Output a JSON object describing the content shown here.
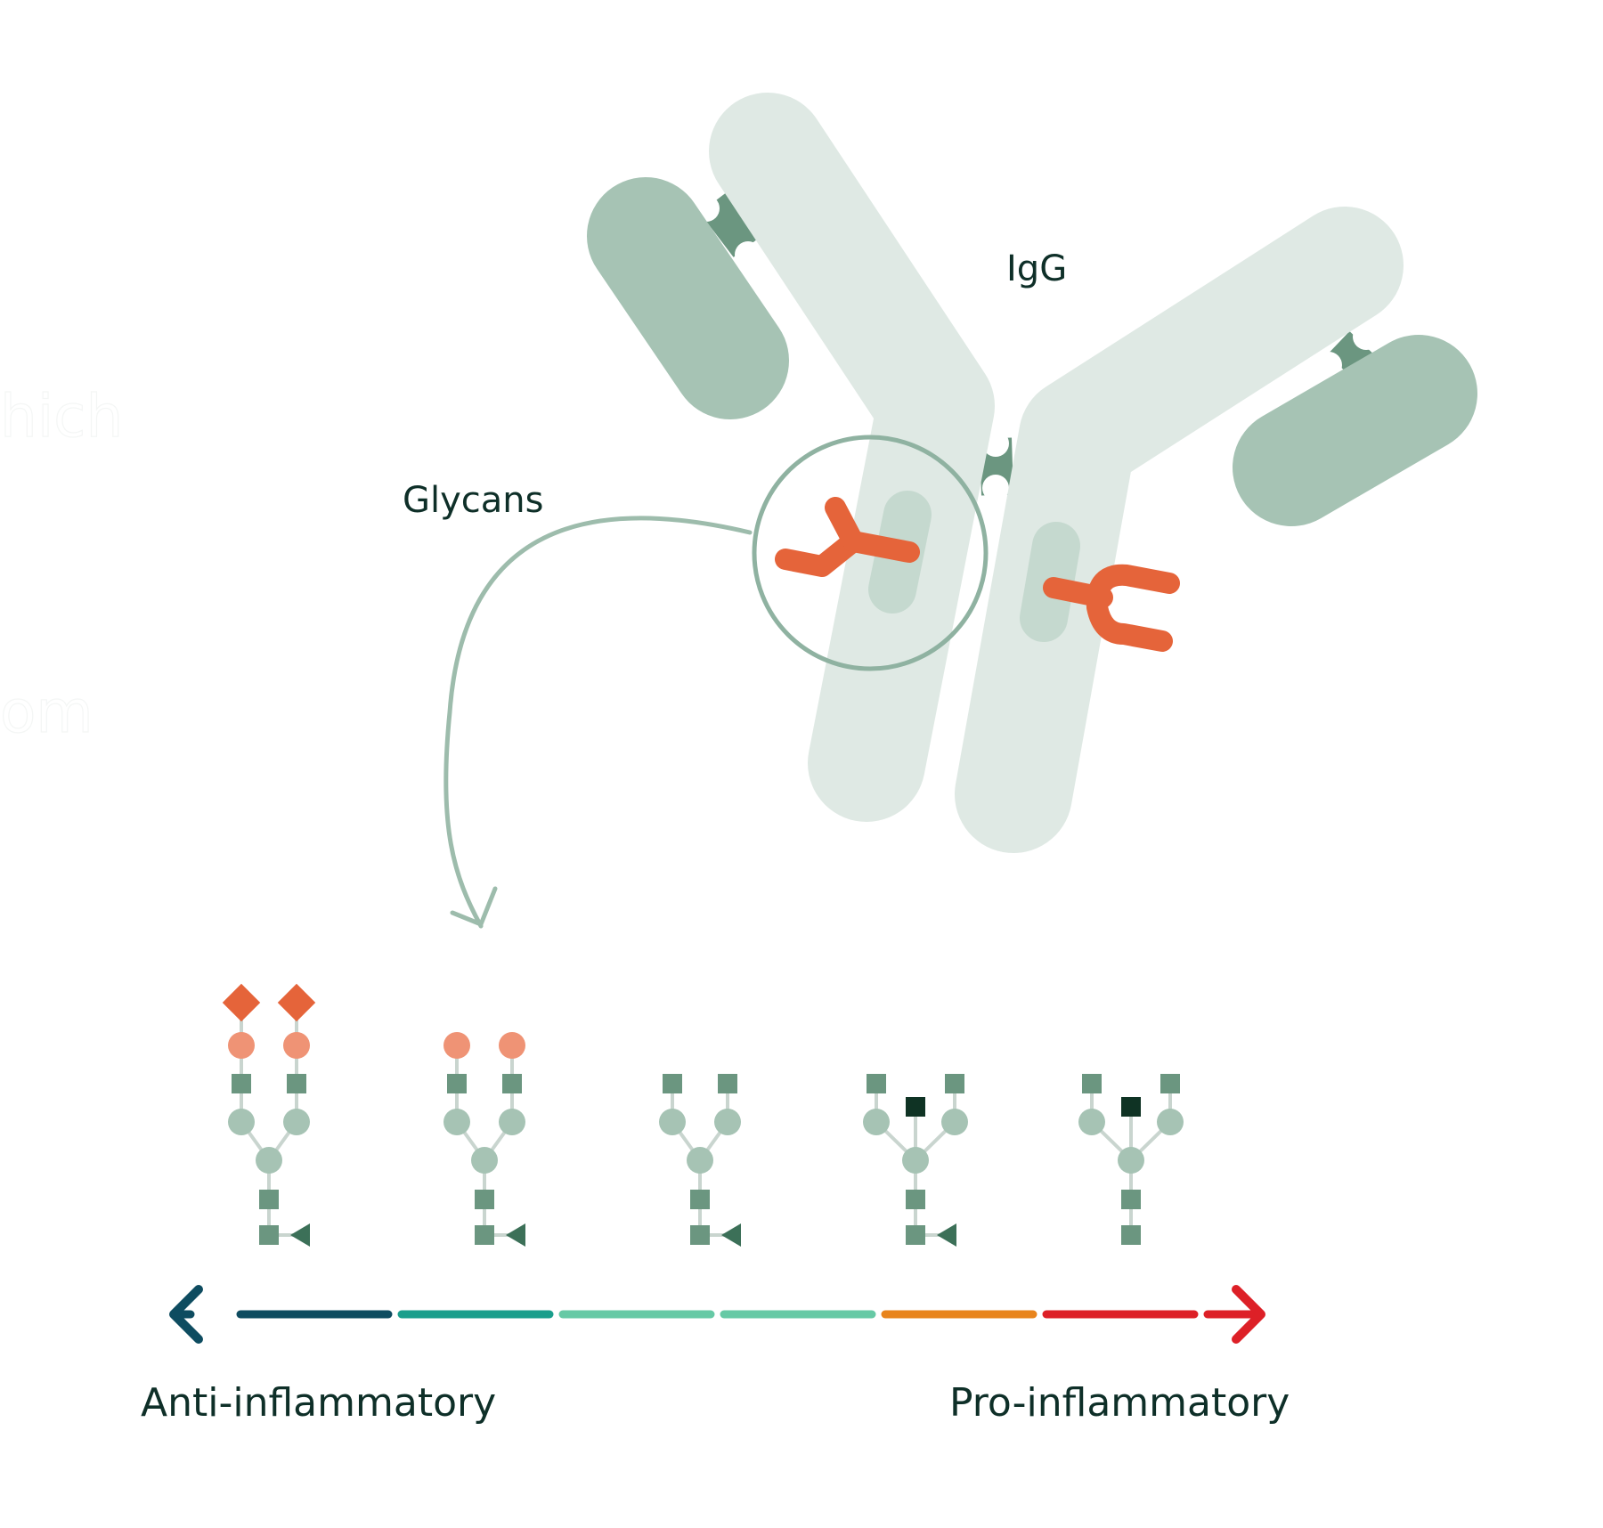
{
  "labels": {
    "antibody": "IgG",
    "glycans": "Glycans",
    "anti": "Anti-inflammatory",
    "pro": "Pro-inflammatory"
  },
  "ghost_text": [
    "hich",
    "om"
  ],
  "colors": {
    "heavy_chain": "#dfe9e4",
    "light_chain": "#a6c3b4",
    "hinge": "#6b9680",
    "glycan_marker": "#e5643a",
    "arrow": "#9dbcac",
    "scale": [
      "#0e4c60",
      "#1a9e8c",
      "#66c9a5",
      "#66c9a5",
      "#e8841c",
      "#dd2027"
    ]
  },
  "legend": {
    "glycan_structures": [
      "sialylated-galactosylated",
      "galactosylated",
      "agalactosylated",
      "bisected",
      "bisected-afucosylated"
    ]
  }
}
